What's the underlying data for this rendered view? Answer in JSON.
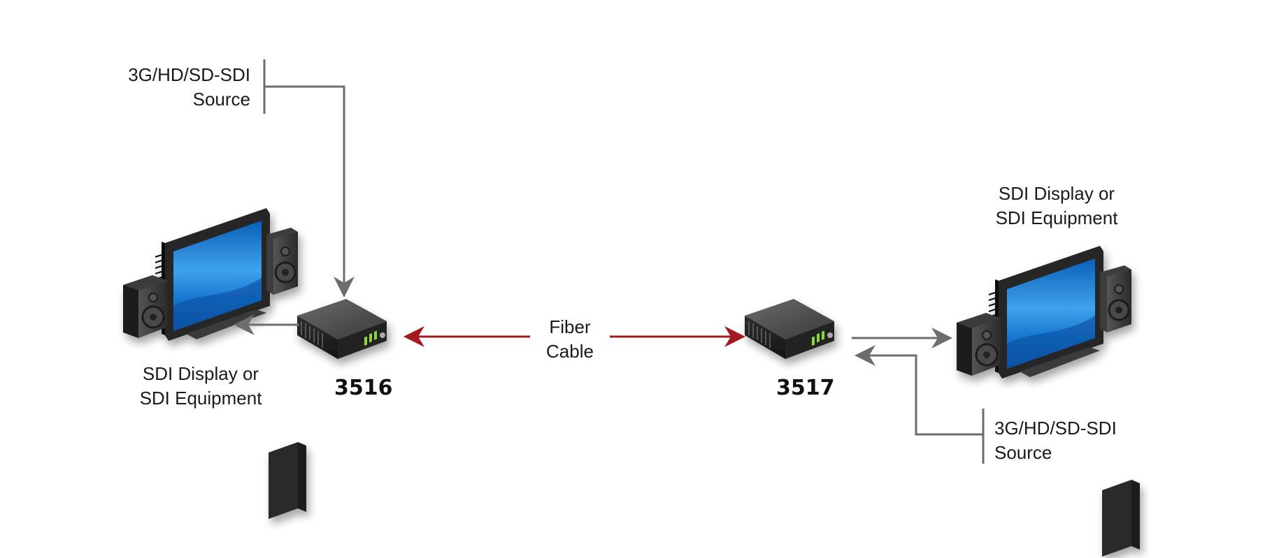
{
  "labels": {
    "source_left": {
      "line1": "3G/HD/SD-SDI",
      "line2": "Source"
    },
    "display_left": {
      "line1": "SDI Display or",
      "line2": "SDI Equipment"
    },
    "fiber": {
      "line1": "Fiber",
      "line2": "Cable"
    },
    "display_right": {
      "line1": "SDI Display or",
      "line2": "SDI Equipment"
    },
    "source_right": {
      "line1": "3G/HD/SD-SDI",
      "line2": "Source"
    }
  },
  "devices": {
    "left_model": "3516",
    "right_model": "3517"
  },
  "icons": [
    "display-with-speakers-icon",
    "fiber-converter-icon"
  ],
  "colors": {
    "signal_line": "#6d6d6d",
    "fiber_line": "#a3191d",
    "screen_blue": "#1c7ed8",
    "device_dark": "#3a3a3a",
    "led_green": "#8cd63a"
  }
}
